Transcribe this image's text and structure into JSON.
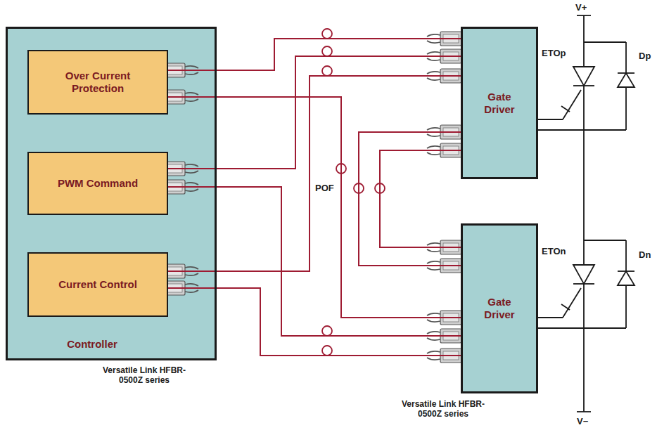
{
  "diagram": {
    "nodes": [
      {
        "text": [
          "Controller"
        ]
      },
      {
        "text": [
          "Over Current Protection"
        ],
        "in": 0
      },
      {
        "text": [
          "PWM Command"
        ],
        "in": 0
      },
      {
        "text": [
          "Current Control"
        ],
        "in": 0
      },
      {
        "text": [
          "Gate Driver"
        ]
      },
      {
        "text": [
          "Gate Driver"
        ]
      }
    ],
    "edges": [
      {
        "from": 1,
        "to": 4,
        "arrow": "none"
      },
      {
        "from": 2,
        "to": 4,
        "arrow": "none"
      },
      {
        "from": 3,
        "to": 4,
        "arrow": "none"
      },
      {
        "from": 1,
        "to": 5,
        "arrow": "none"
      },
      {
        "from": 2,
        "to": 5,
        "arrow": "none"
      },
      {
        "from": 3,
        "to": 5,
        "arrow": "none"
      },
      {
        "from": 4,
        "to": 5,
        "arrow": "none"
      },
      {
        "from": 4,
        "to": 5,
        "arrow": "none"
      }
    ],
    "labels": [
      "V+",
      "ETOp",
      "Dp",
      "ETOn",
      "Dn",
      "V−",
      "POF",
      "Versatile Link HFBR-0500Z series",
      "Versatile Link HFBR-0500Z series"
    ]
  }
}
